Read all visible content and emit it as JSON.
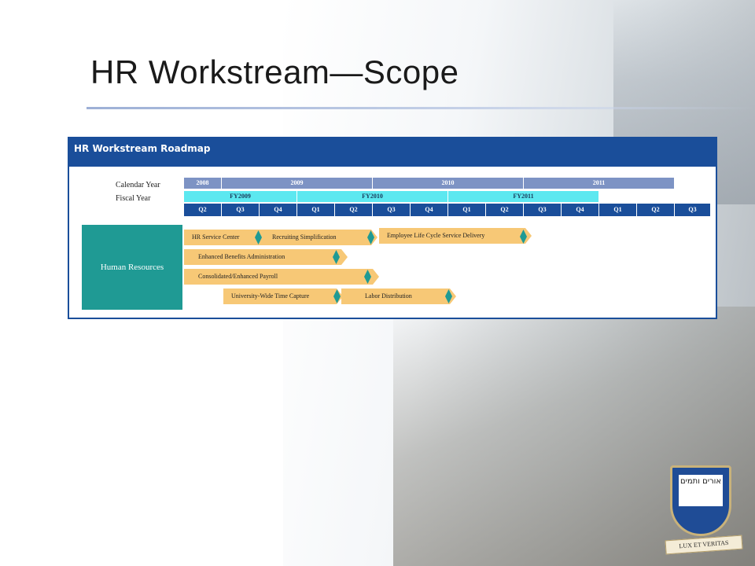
{
  "title": "HR Workstream—Scope",
  "roadmap": {
    "header": "HR Workstream Roadmap",
    "calendar_label": "Calendar Year",
    "fiscal_label": "Fiscal Year",
    "calendar_years": [
      "2008",
      "2009",
      "2010",
      "2011"
    ],
    "fiscal_years": [
      "FY2009",
      "FY2010",
      "FY2011"
    ],
    "quarters": [
      "Q2",
      "Q3",
      "Q4",
      "Q1",
      "Q2",
      "Q3",
      "Q4",
      "Q1",
      "Q2",
      "Q3",
      "Q4",
      "Q1",
      "Q2",
      "Q3"
    ],
    "row_label": "Human Resources",
    "bars": [
      "HR Service Center",
      "Recruiting Simplification",
      "Employee Life Cycle Service Delivery",
      "Enhanced Benefits Administration",
      "Consolidated/Enhanced Payroll",
      "University-Wide Time Capture",
      "Labor Distribution"
    ]
  },
  "crest": {
    "hebrew_top": "אורים ותמים",
    "motto": "LUX ET VERITAS"
  },
  "colors": {
    "header_blue": "#1a4e9a",
    "teal": "#1f9a94",
    "bar_orange": "#f7c876",
    "fy_cyan": "#5ce8f0",
    "cal_blue": "#7d93c4"
  }
}
